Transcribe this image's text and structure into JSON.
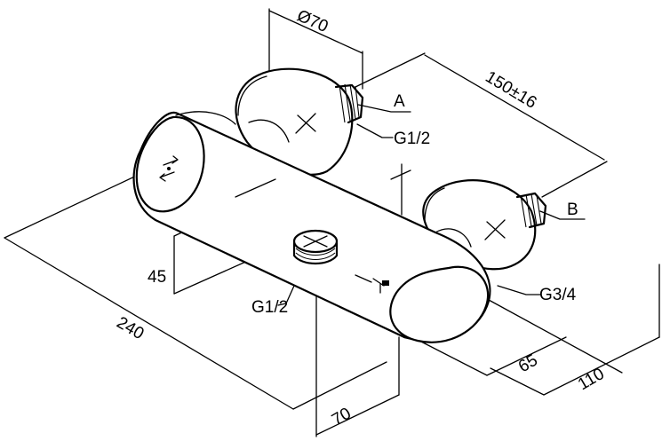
{
  "labels": {
    "diameter": "Ø70",
    "center_distance": "150±16",
    "port_a": "A",
    "port_b": "B",
    "thread_a": "G1/2",
    "thread_top": "G1/2",
    "thread_b": "G3/4",
    "height": "45",
    "length": "240",
    "depth_small": "65",
    "depth_large": "110",
    "offset": "70"
  }
}
